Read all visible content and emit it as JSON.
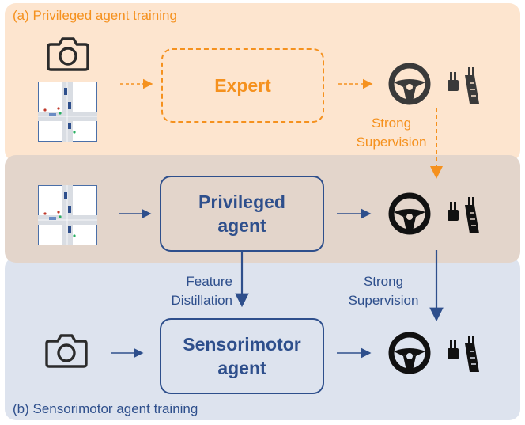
{
  "panels": {
    "a_caption": "(a) Privileged agent training",
    "b_caption": "(b) Sensorimotor agent training"
  },
  "boxes": {
    "expert": "Expert",
    "privileged_line1": "Privileged",
    "privileged_line2": "agent",
    "sensorimotor_line1": "Sensorimotor",
    "sensorimotor_line2": "agent"
  },
  "labels": {
    "strong_supervision_top_1": "Strong",
    "strong_supervision_top_2": "Supervision",
    "strong_supervision_bottom_1": "Strong",
    "strong_supervision_bottom_2": "Supervision",
    "feature_distillation_1": "Feature",
    "feature_distillation_2": "Distillation"
  },
  "icons": [
    "camera-icon",
    "birdseye-map-icon",
    "steering-wheel-icon",
    "pedals-icon"
  ],
  "colors": {
    "orange": "#f5911e",
    "blue": "#2e4f8c",
    "panel_a_bg": "#fde5cf",
    "panel_mid_bg": "#e3d5cb",
    "panel_b_bg": "#dde3ee",
    "icon_dark": "#2b2b2b"
  }
}
